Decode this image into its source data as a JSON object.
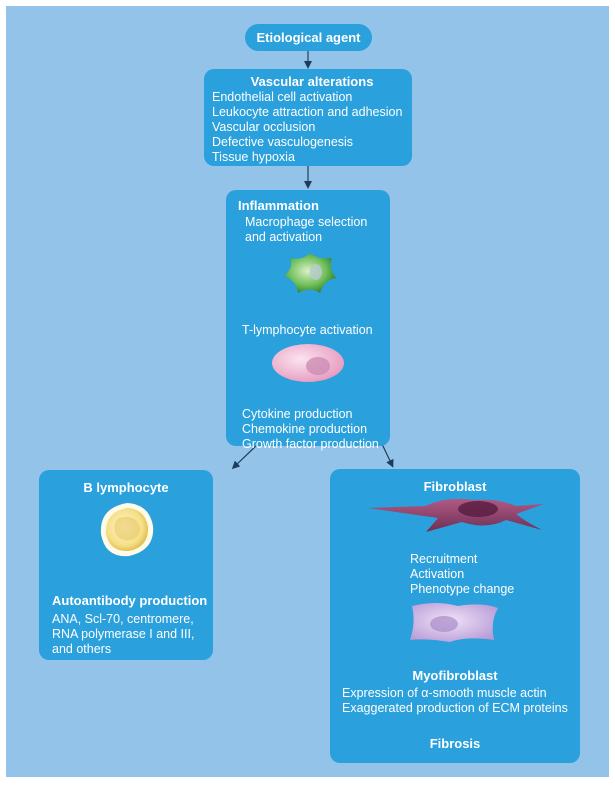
{
  "etiological_agent": "Etiological agent",
  "vascular": {
    "title": "Vascular alterations",
    "items": [
      "Endothelial cell activation",
      "Leukocyte attraction and adhesion",
      "Vascular occlusion",
      "Defective vasculogenesis",
      "Tissue hypoxia"
    ]
  },
  "inflammation": {
    "title": "Inflammation",
    "macrophage": [
      "Macrophage selection",
      "and activation"
    ],
    "t_cell": "T-lymphocyte activation",
    "products": [
      "Cytokine production",
      "Chemokine production",
      "Growth factor production"
    ]
  },
  "b_lymphocyte": {
    "title": "B lymphocyte",
    "autoantibody_title": "Autoantibody production",
    "antibodies": [
      "ANA, Scl-70, centromere,",
      "RNA polymerase I and III,",
      "and others"
    ]
  },
  "fibroblast": {
    "title": "Fibroblast",
    "steps": [
      "Recruitment",
      "Activation",
      "Phenotype change"
    ],
    "myofibroblast_title": "Myofibroblast",
    "myofibroblast_items": [
      "Expression of α-smooth muscle actin",
      "Exaggerated production of ECM proteins"
    ],
    "outcome": "Fibrosis"
  },
  "colors": {
    "background": "#93c3e9",
    "box": "#2aa0dc",
    "text": "#ffffff",
    "arrow": "#1d3d5c"
  }
}
